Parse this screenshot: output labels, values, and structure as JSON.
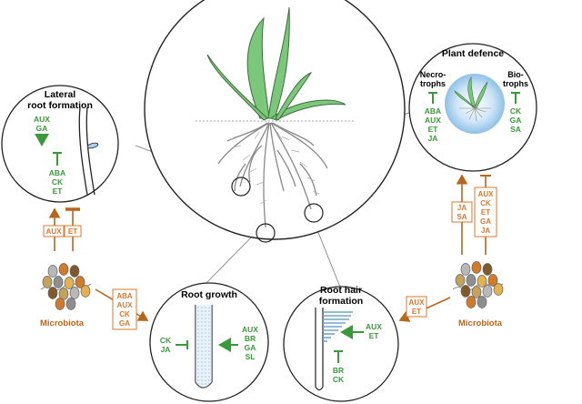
{
  "panels": {
    "lateral": {
      "title_line1": "Lateral",
      "title_line2": "root formation",
      "promoters": [
        "AUX",
        "GA"
      ],
      "inhibitors": [
        "ABA",
        "CK",
        "ET"
      ]
    },
    "defence": {
      "title": "Plant defence",
      "necro_line1": "Necro-",
      "necro_line2": "trophs",
      "bio_line1": "Bio-",
      "bio_line2": "trophs",
      "necro_hormones": [
        "ABA",
        "AUX",
        "ET",
        "JA"
      ],
      "bio_hormones": [
        "CK",
        "GA",
        "SA"
      ]
    },
    "growth": {
      "title": "Root growth",
      "inhibitors": [
        "CK",
        "JA"
      ],
      "promoters": [
        "AUX",
        "BR",
        "GA",
        "SL"
      ]
    },
    "hair": {
      "title_line1": "Root hair",
      "title_line2": "formation",
      "promoters": [
        "AUX",
        "ET"
      ],
      "inhibitors": [
        "BR",
        "CK"
      ]
    }
  },
  "microbiota": {
    "left_label": "Microbiota",
    "right_label": "Microbiota",
    "left_up_boxes": [
      "AUX",
      "ET"
    ],
    "left_right_box": [
      "ABA",
      "AUX",
      "CK",
      "GA"
    ],
    "right_hair_box": [
      "AUX",
      "ET"
    ],
    "right_up_box1": [
      "JA",
      "SA"
    ],
    "right_up_box2": [
      "AUX",
      "CK",
      "ET",
      "GA",
      "JA"
    ]
  },
  "colors": {
    "hormone_green": "#3a9a3a",
    "microbe_orange": "#d8782e",
    "leaf_green": "#6cc26c",
    "root_blue": "#a8d2ec"
  }
}
